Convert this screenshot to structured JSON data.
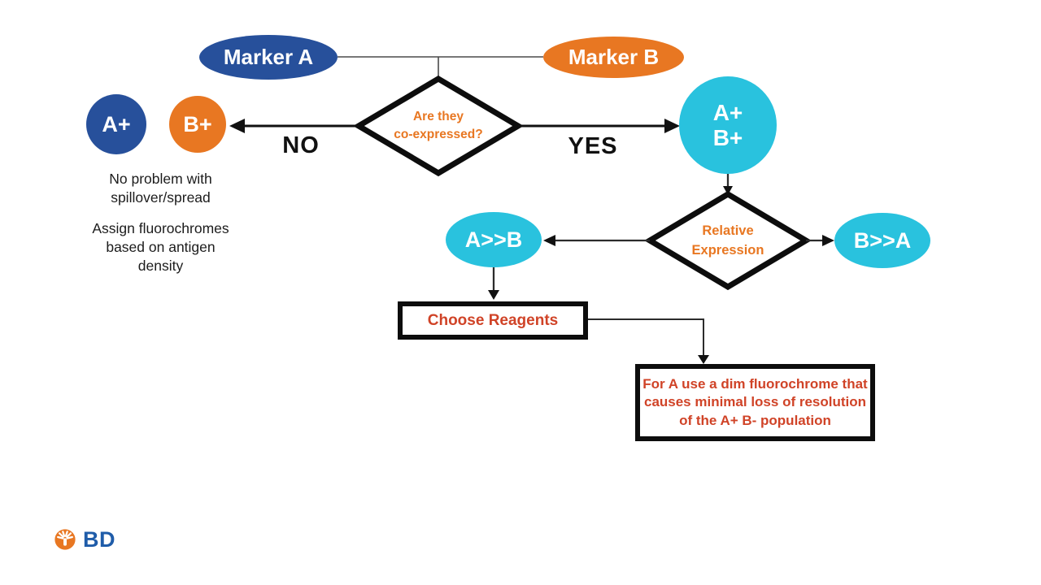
{
  "palette": {
    "blue": "#27509B",
    "orange": "#E87722",
    "cyan": "#29C2DE",
    "red": "#D04327",
    "logo_blue": "#1F5CA9"
  },
  "nodes": {
    "marker_a": "Marker A",
    "marker_b": "Marker B",
    "decision1": "Are they\nco-expressed?",
    "no_label": "NO",
    "yes_label": "YES",
    "a_plus": "A+",
    "b_plus": "B+",
    "a_plus_b_plus": "A+\nB+",
    "decision2": "Relative\nExpression",
    "a_much_greater_b": "A>>B",
    "b_much_greater_a": "B>>A",
    "choose_reagents": "Choose Reagents",
    "advice": "For A use a dim fluorochrome that\ncauses minimal loss of resolution\nof the A+ B- population",
    "note_spillover": "No problem with\nspillover/spread",
    "note_assign": "Assign fluorochromes\nbased on antigen\ndensity"
  },
  "footer": {
    "logo_text": "BD"
  }
}
